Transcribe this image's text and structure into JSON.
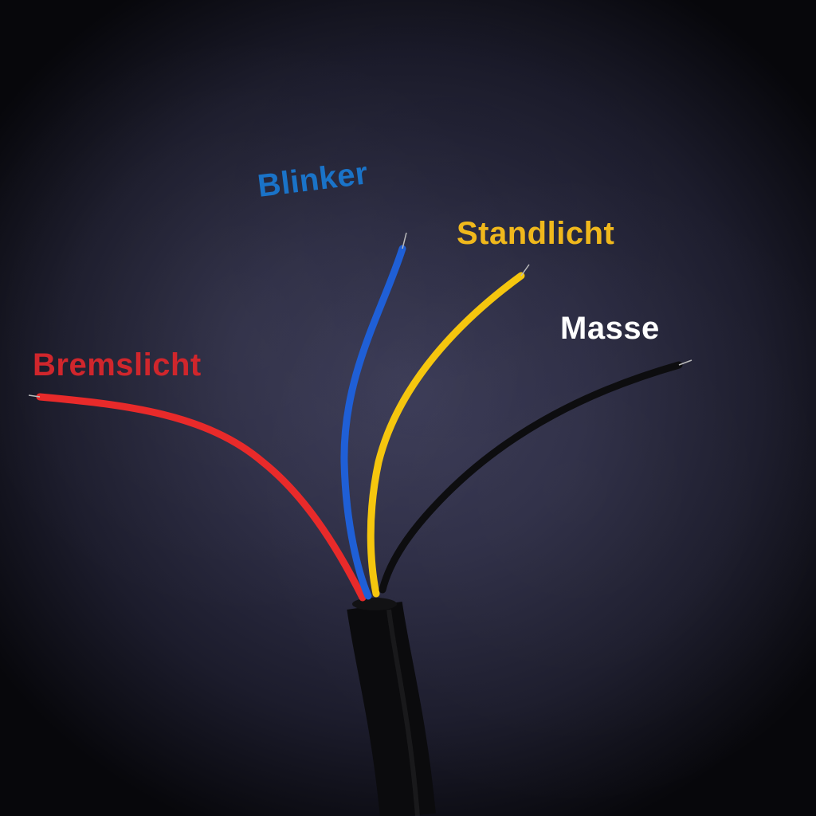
{
  "labels": {
    "blinker": {
      "text": "Blinker",
      "color": "#1a73c8"
    },
    "standlicht": {
      "text": "Standlicht",
      "color": "#f0b81c"
    },
    "masse": {
      "text": "Masse",
      "color": "#ffffff"
    },
    "bremslicht": {
      "text": "Bremslicht",
      "color": "#d0262c"
    }
  },
  "wires": {
    "red": "#e82a2a",
    "blue": "#1f5fd6",
    "yellow": "#f5c60e",
    "black": "#0d0d0f",
    "sheath": "#0b0b0d"
  }
}
